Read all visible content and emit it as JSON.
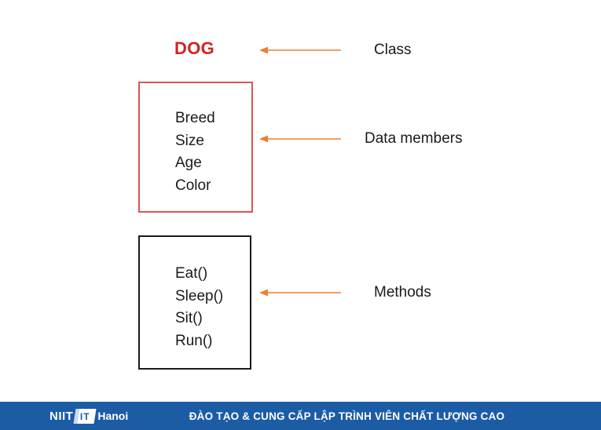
{
  "slide": {
    "class_title": "DOG",
    "boxes": [
      {
        "name": "data-members",
        "border_color": "#e05252",
        "items": [
          "Breed",
          "Size",
          "Age",
          "Color"
        ]
      },
      {
        "name": "methods",
        "border_color": "#1a1a1a",
        "items": [
          "Eat()",
          "Sleep()",
          "Sit()",
          "Run()"
        ]
      }
    ],
    "annotations": [
      {
        "label": "Class"
      },
      {
        "label": "Data members"
      },
      {
        "label": "Methods"
      }
    ],
    "colors": {
      "class_title": "#d22222",
      "arrow": "#ed7d31",
      "label_text": "#1a1a1a",
      "footer_bg": "#1c5ca4",
      "footer_text": "#ffffff"
    }
  },
  "footer": {
    "logo": {
      "brand": "NIIT",
      "badge": "IT",
      "city": "Hanoi"
    },
    "tagline": "ĐÀO TẠO & CUNG CẤP LẬP TRÌNH VIÊN CHẤT LƯỢNG CAO"
  }
}
